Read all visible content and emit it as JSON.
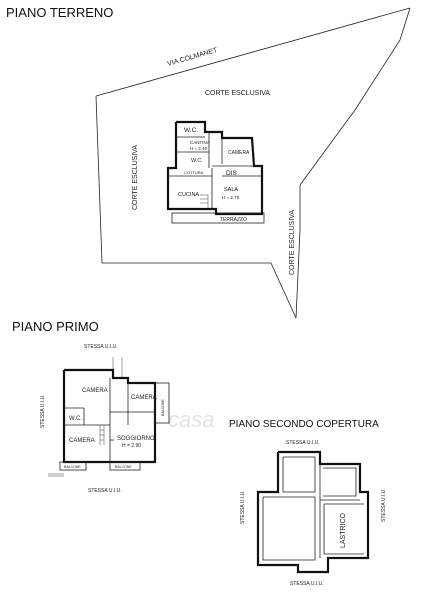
{
  "ground_floor": {
    "title": "PIANO TERRENO",
    "street": "VIA COLMANET",
    "yard_top": "CORTE ESCLUSIVA",
    "yard_left": "CORTE ESCLUSIVA",
    "yard_right": "CORTE ESCLUSIVA",
    "rooms": {
      "wc": "W.C.",
      "cantina": "CANTINA",
      "cantina_h": "H = 2.40",
      "camera": "CAMERA",
      "wc2": "W.C.",
      "cottura": "COTTURA",
      "dis": "DIS",
      "cucina": "CUCINA",
      "sala": "SALA",
      "sala_h": "H = 2.75",
      "terrazzo": "TERRAZZO"
    }
  },
  "first_floor": {
    "title": "PIANO PRIMO",
    "stessa_top": "STESSA U.I.U.",
    "stessa_left": "STESSA U.I.U.",
    "stessa_bottom": "STESSA U.I.U.",
    "rooms": {
      "camera1": "CAMERA",
      "camera2": "CAMERA",
      "camera3": "CAMERA",
      "wc": "W.C.",
      "soggiorno": "SOGGIORNO",
      "soggiorno_h": "H = 2.90",
      "balcone1": "BALCONE",
      "balcone2": "BALCONE",
      "balcone3": "BALCONE"
    }
  },
  "second_floor": {
    "title": "PIANO SECONDO COPERTURA",
    "stessa_top": "STESSA U.I.U.",
    "stessa_left": "STESSA U.I.U.",
    "stessa_right": "STESSA U.I.U.",
    "stessa_bottom": "STESSA U.I.U.",
    "lastrico": "LASTRICO"
  },
  "watermark": "casa"
}
